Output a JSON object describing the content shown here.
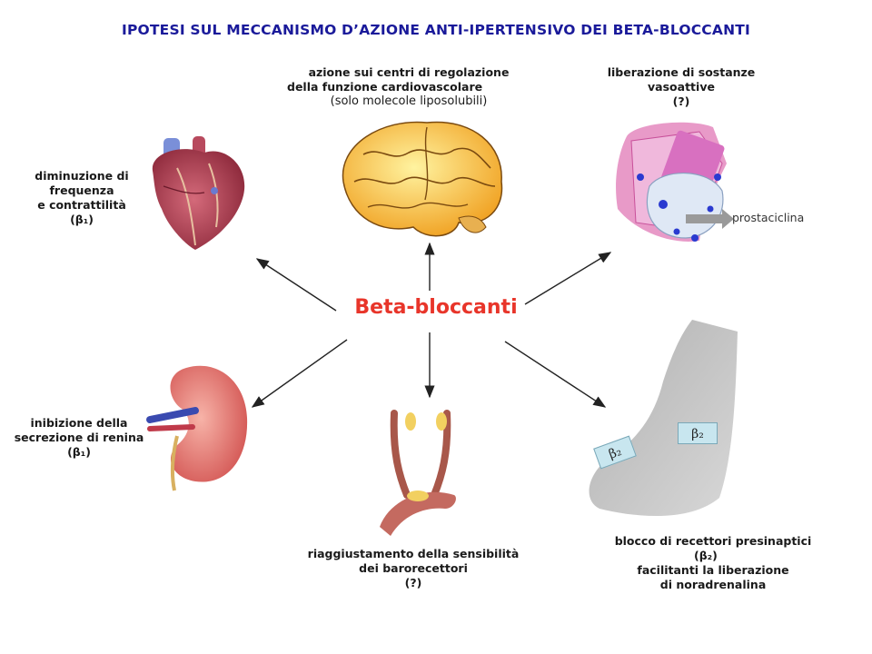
{
  "title": "IPOTESI SUL MECCANISMO D’AZIONE ANTI-IPERTENSIVO DEI BETA-BLOCCANTI",
  "center": "Beta-bloccanti",
  "heart": {
    "lines": [
      "diminuzione di",
      "frequenza",
      "e contrattilità",
      "(β₁)"
    ]
  },
  "brain": {
    "lines": [
      "azione sui centri di regolazione",
      "della funzione cardiovascolare"
    ],
    "note": "(solo molecole liposolubili)"
  },
  "vessel": {
    "lines": [
      "liberazione di sostanze",
      "vasoattive",
      "(?)"
    ],
    "arrow_label": "prostaciclina"
  },
  "kidney": {
    "lines": [
      "inibizione della",
      "secrezione di renina",
      "(β₁)"
    ]
  },
  "baro": {
    "lines": [
      "riaggiustamento della sensibilità",
      "dei barorecettori",
      "(?)"
    ]
  },
  "presyn": {
    "lines": [
      "blocco di recettori presinaptici",
      "(β₂)",
      "facilitanti la liberazione",
      "di noradrenalina"
    ],
    "receptor1": "β₂",
    "receptor2": "β₂"
  },
  "colors": {
    "title": "#1a1a9a",
    "center": "#e8352a",
    "arrow": "#222222"
  }
}
